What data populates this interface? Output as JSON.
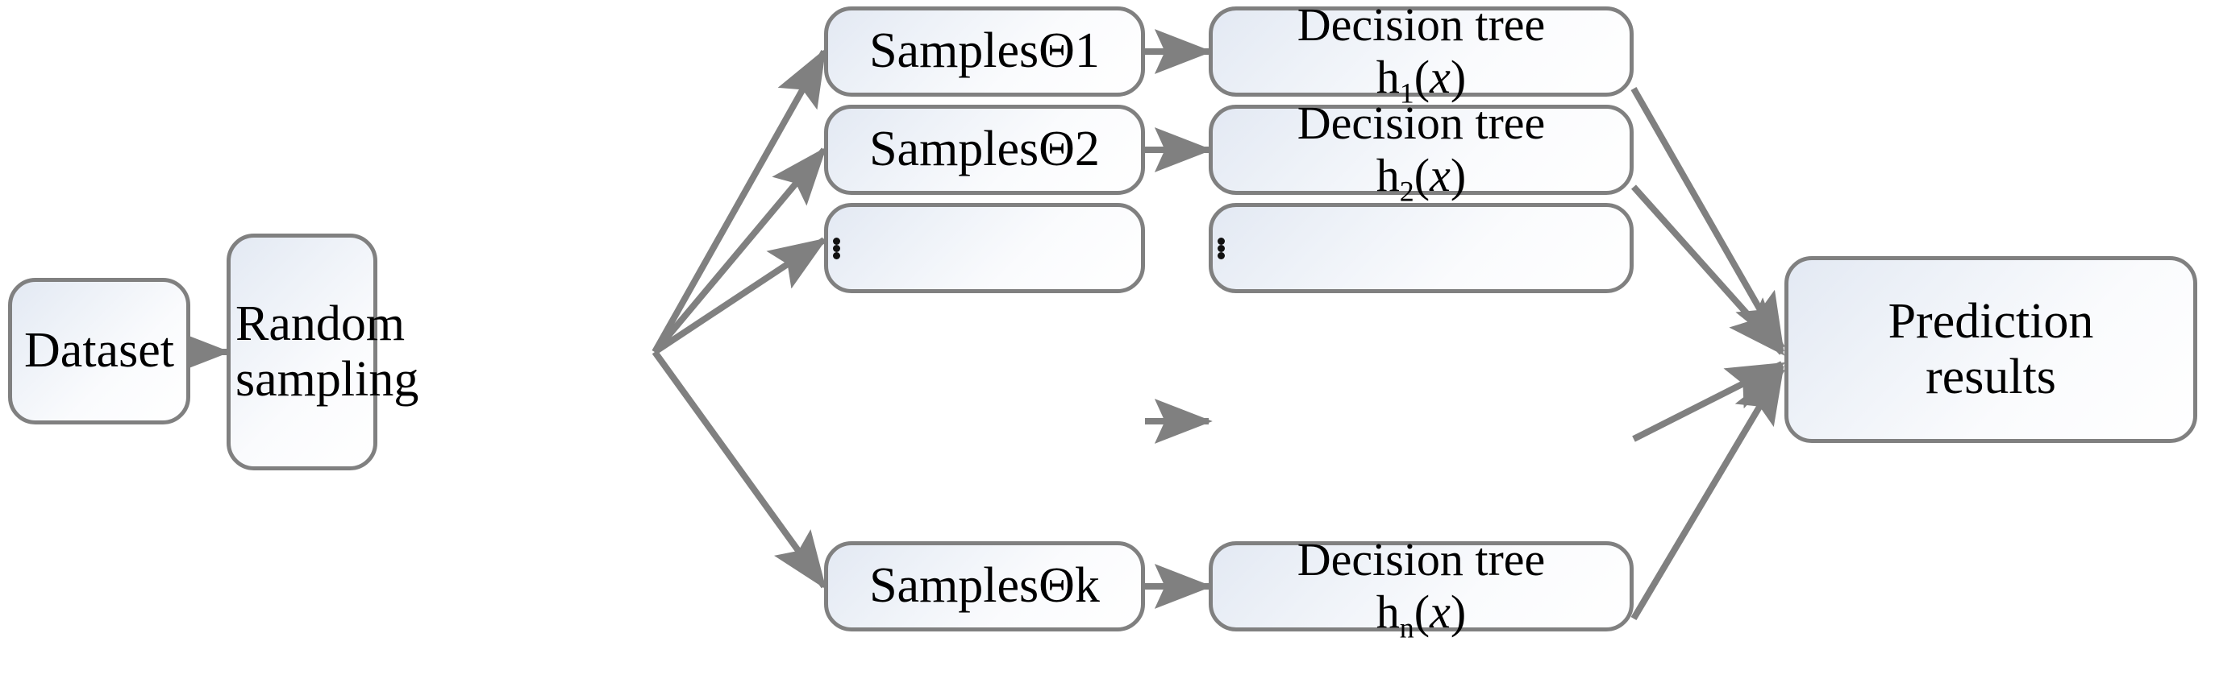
{
  "diagram": {
    "title": "Random forest ensemble flow diagram",
    "accent_color": "#808080",
    "node_fill_top": "#e3e9f3",
    "node_fill_bottom": "#ffffff",
    "text_color": "#000000",
    "background": "#ffffff"
  },
  "nodes": {
    "dataset": {
      "label": "Dataset"
    },
    "random_sampling": {
      "line1": "Random",
      "line2": "sampling"
    },
    "samples": [
      {
        "label": "SamplesΘ1"
      },
      {
        "label": "SamplesΘ2"
      },
      {
        "label": "⋮",
        "is_ellipsis": true
      },
      {
        "label": "SamplesΘk"
      }
    ],
    "trees": [
      {
        "line1": "Decision tree",
        "fn": "h",
        "sub": "1",
        "var": "x"
      },
      {
        "line1": "Decision tree",
        "fn": "h",
        "sub": "2",
        "var": "x"
      },
      {
        "line1": "⋮",
        "is_ellipsis": true
      },
      {
        "line1": "Decision tree",
        "fn": "h",
        "sub": "n",
        "var": "x"
      }
    ],
    "prediction": {
      "line1": "Prediction",
      "line2": "results"
    }
  },
  "edges": [
    {
      "from": "dataset",
      "to": "random_sampling"
    },
    {
      "from": "random_sampling",
      "to": "samples.0"
    },
    {
      "from": "random_sampling",
      "to": "samples.1"
    },
    {
      "from": "random_sampling",
      "to": "samples.2"
    },
    {
      "from": "random_sampling",
      "to": "samples.3"
    },
    {
      "from": "samples.0",
      "to": "trees.0"
    },
    {
      "from": "samples.1",
      "to": "trees.1"
    },
    {
      "from": "samples.2",
      "to": "trees.2"
    },
    {
      "from": "samples.3",
      "to": "trees.3"
    },
    {
      "from": "trees.0",
      "to": "prediction"
    },
    {
      "from": "trees.1",
      "to": "prediction"
    },
    {
      "from": "trees.2",
      "to": "prediction"
    },
    {
      "from": "trees.3",
      "to": "prediction"
    }
  ]
}
